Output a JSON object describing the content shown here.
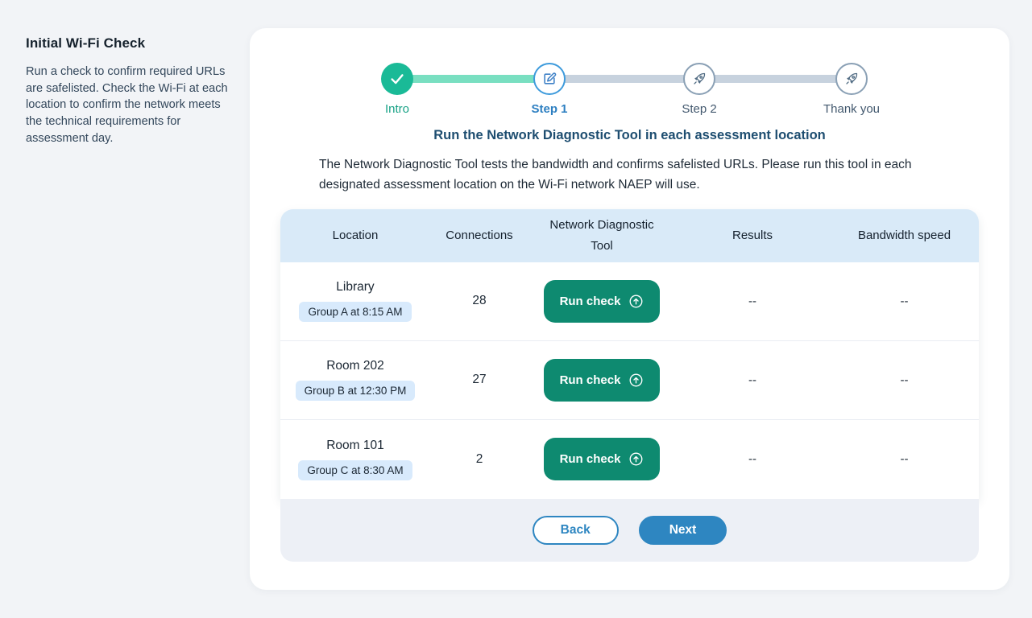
{
  "sidebar": {
    "title": "Initial Wi-Fi Check",
    "description": "Run a check to confirm required URLs are safelisted. Check the Wi-Fi at each location to confirm the network meets the technical requirements for assessment day."
  },
  "stepper": {
    "steps": [
      {
        "label": "Intro",
        "state": "completed",
        "icon": "check-icon"
      },
      {
        "label": "Step 1",
        "state": "current",
        "icon": "edit-icon"
      },
      {
        "label": "Step 2",
        "state": "upcoming",
        "icon": "rocket-icon"
      },
      {
        "label": "Thank you",
        "state": "upcoming",
        "icon": "rocket-icon"
      }
    ]
  },
  "content": {
    "heading": "Run the Network Diagnostic Tool in each assessment location",
    "description": "The Network Diagnostic Tool tests the bandwidth and confirms safelisted URLs. Please run this tool in each designated assessment location on the Wi-Fi network NAEP will use."
  },
  "table": {
    "columns": [
      "Location",
      "Connections",
      "Network Diagnostic Tool",
      "Results",
      "Bandwidth speed"
    ],
    "rows": [
      {
        "location": "Library",
        "group": "Group A at 8:15 AM",
        "connections": "28",
        "action_label": "Run check",
        "results": "--",
        "bandwidth": "--"
      },
      {
        "location": "Room 202",
        "group": "Group B at 12:30 PM",
        "connections": "27",
        "action_label": "Run check",
        "results": "--",
        "bandwidth": "--"
      },
      {
        "location": "Room 101",
        "group": "Group C at 8:30 AM",
        "connections": "2",
        "action_label": "Run check",
        "results": "--",
        "bandwidth": "--"
      }
    ]
  },
  "footer": {
    "back_label": "Back",
    "next_label": "Next"
  },
  "colors": {
    "accent_green": "#0e8a70",
    "accent_blue": "#2e86c1",
    "completed_teal": "#1aba97",
    "connector_done": "#79dfc1",
    "connector_todo": "#c7d2de",
    "table_header_blue": "#d9eaf8",
    "group_pill_blue": "#d8eafc",
    "footer_gray": "#edf0f6"
  }
}
